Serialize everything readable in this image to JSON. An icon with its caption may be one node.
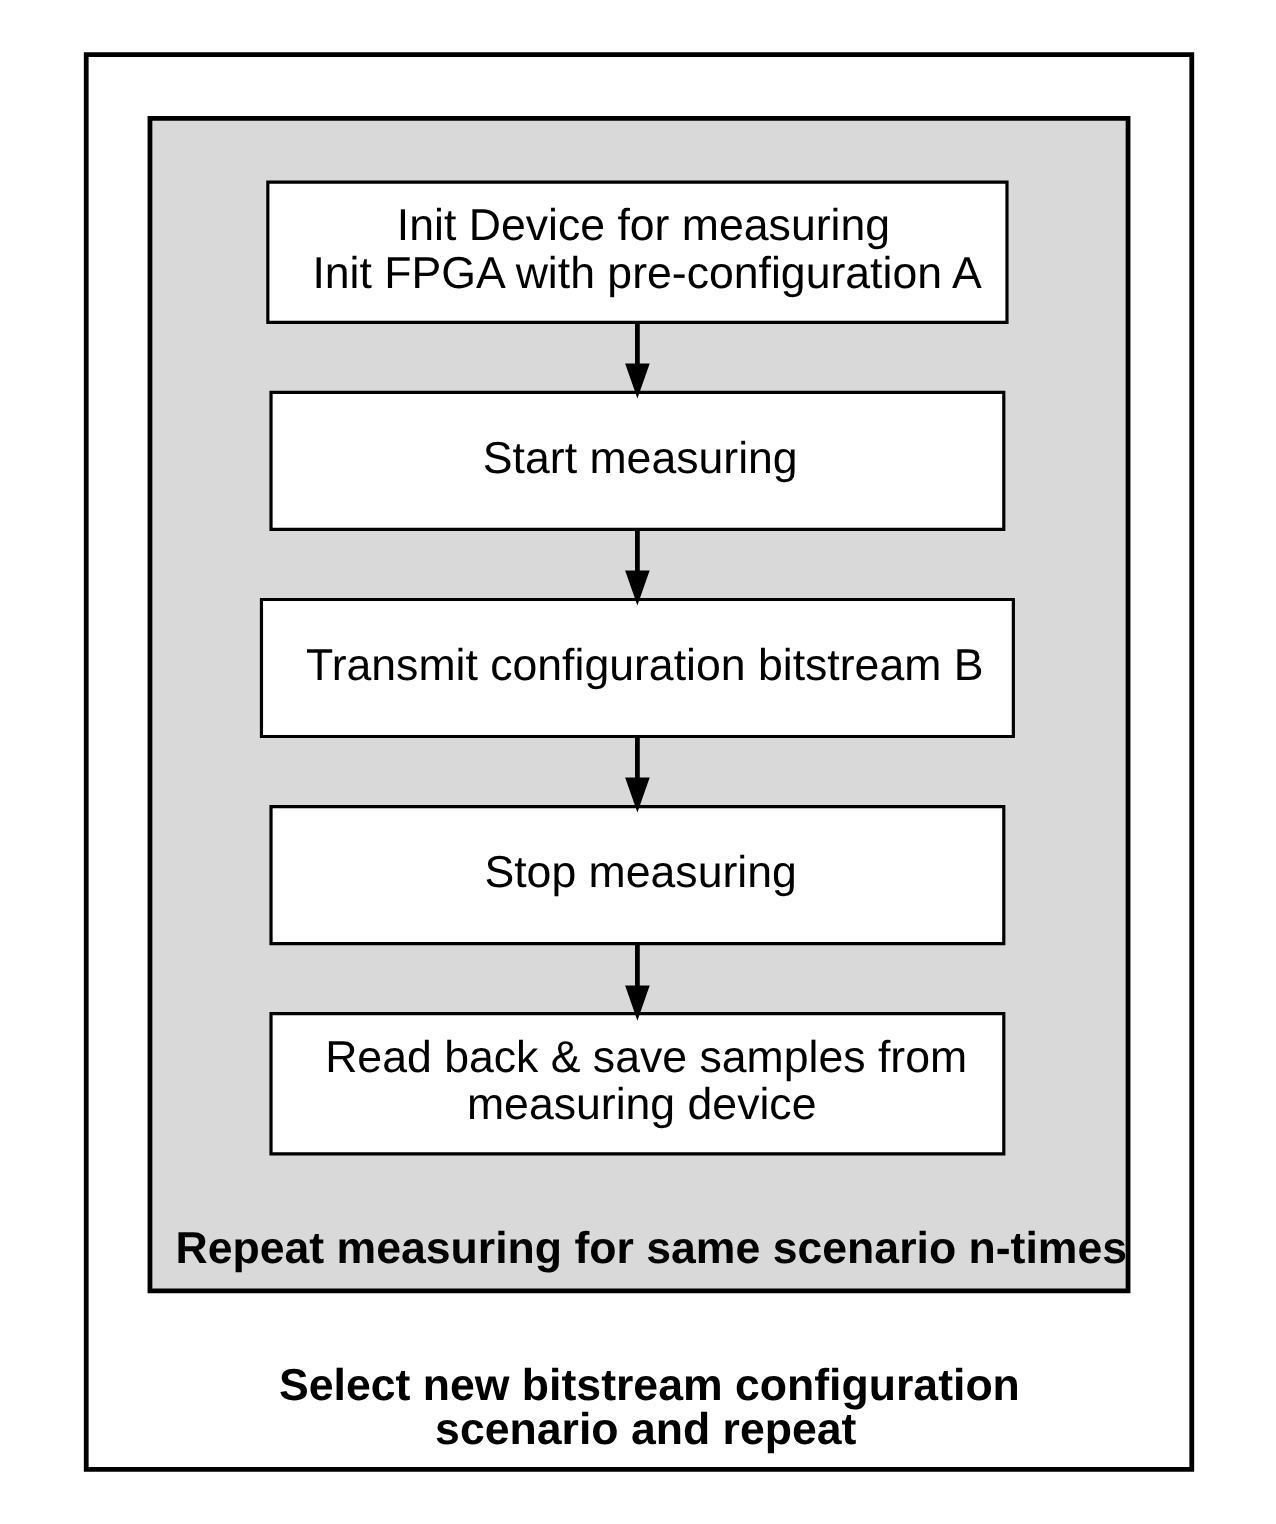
{
  "diagram": {
    "nodes": [
      {
        "text": [
          "Select new bitstream configuration scenario and repeat"
        ]
      },
      {
        "text": [
          "Repeat measuring for same scenario n-times"
        ],
        "in": 0
      },
      {
        "text": [
          "Init Device for measuring",
          "Init FPGA with pre-configuration A"
        ],
        "in": 1
      },
      {
        "text": [
          "Start measuring"
        ],
        "in": 1
      },
      {
        "text": [
          "Transmit configuration bitstream B"
        ],
        "in": 1
      },
      {
        "text": [
          "Stop measuring"
        ],
        "in": 1
      },
      {
        "text": [
          "Read back & save samples from measuring device"
        ],
        "in": 1
      }
    ],
    "edges": [
      {
        "from": 2,
        "to": 3,
        "arrow": "to"
      },
      {
        "from": 3,
        "to": 4,
        "arrow": "to"
      },
      {
        "from": 4,
        "to": 5,
        "arrow": "to"
      },
      {
        "from": 5,
        "to": 6,
        "arrow": "to"
      }
    ]
  }
}
